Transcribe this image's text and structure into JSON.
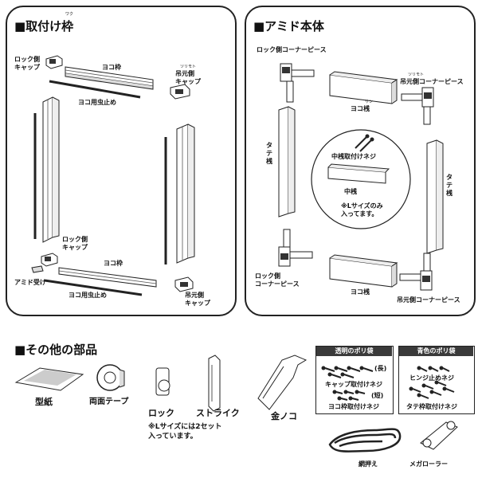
{
  "frame": {
    "title": "■取付け枠",
    "title_ruby": "ワク",
    "lock_cap": "ロック側\nキャップ",
    "hanging_ruby": "ツリモト",
    "hanging_cap": "吊元側\nキャップ",
    "yoko_waku_top": "ヨコ枠",
    "yoko_insect_top": "ヨコ用虫止め",
    "lock_cap_bottom": "ロック側\nキャップ",
    "yoko_waku_bottom": "ヨコ枠",
    "amido_uke": "アミド受け",
    "yoko_insect_bottom": "ヨコ用虫止め",
    "hanging_cap_bottom": "吊元側\nキャップ"
  },
  "screen": {
    "title": "■アミド本体",
    "lock_corner_top": "ロック側コーナーピース",
    "hanging_ruby": "ツリモト",
    "hanging_corner_top": "吊元側コーナーピース",
    "san_ruby": "サン",
    "yoko_san_top": "ヨコ桟",
    "tate_san_left": "タ\nテ\n桟",
    "naka_screw": "中桟取付けネジ",
    "naka_san": "中桟",
    "l_size_note": "※Lサイズのみ\n入ってます。",
    "tate_san_right": "タ\nテ\n桟",
    "lock_corner_bottom": "ロック側\nコーナーピース",
    "yoko_san_bottom": "ヨコ桟",
    "hanging_corner_bottom": "吊元側コーナーピース"
  },
  "other": {
    "title": "■その他の部品",
    "katagami": "型紙",
    "tape": "両面テープ",
    "lock": "ロック",
    "strike": "ストライク",
    "l_size_set": "※Lサイズには2セット\n入っています。",
    "saw": "金ノコ",
    "clear_bag": "透明のポリ袋",
    "long": "(長)",
    "cap_screw": "キャップ取付けネジ",
    "short": "(短)",
    "yoko_screw": "ヨコ枠取付けネジ",
    "blue_bag": "青色のポリ袋",
    "hinge_screw": "ヒンジ止めネジ",
    "tate_screw": "タテ枠取付けネジ",
    "net_press": "網押え",
    "mega_roller": "メガローラー"
  }
}
